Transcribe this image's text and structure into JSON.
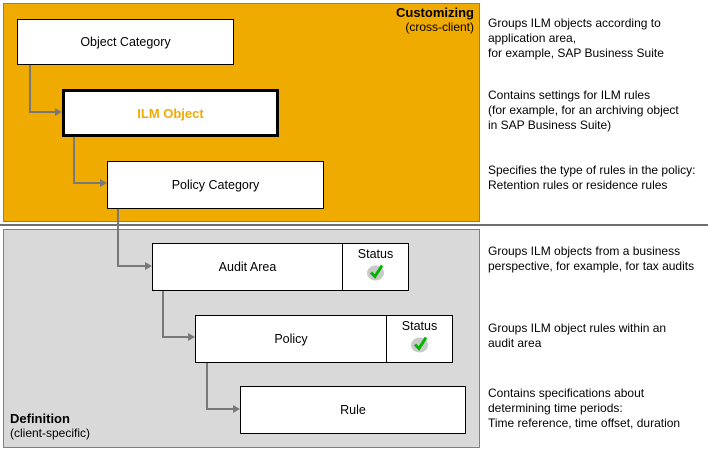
{
  "sections": {
    "customizing": {
      "title": "Customizing",
      "subtitle": "(cross-client)"
    },
    "definition": {
      "title": "Definition",
      "subtitle": "(client-specific)"
    }
  },
  "nodes": [
    {
      "label": "Object Category"
    },
    {
      "label": "ILM Object",
      "highlighted": true
    },
    {
      "label": "Policy Category"
    },
    {
      "label": "Audit Area",
      "status_label": "Status",
      "status_icon": "green-check"
    },
    {
      "label": "Policy",
      "status_label": "Status",
      "status_icon": "green-check"
    },
    {
      "label": "Rule"
    }
  ],
  "annotations": [
    {
      "text": "Groups ILM objects according to\napplication area,\nfor example, SAP Business Suite"
    },
    {
      "text": "Contains settings for ILM rules\n(for example, for an archiving object\nin SAP Business Suite)"
    },
    {
      "text": "Specifies the type of rules in the policy:\nRetention rules or residence rules"
    },
    {
      "text": "Groups ILM objects from a business\nperspective, for example, for tax audits"
    },
    {
      "text": "Groups ILM object rules within an\naudit area"
    },
    {
      "text": "Contains specifications about\ndetermining time periods:\nTime reference, time offset, duration"
    }
  ],
  "colors": {
    "customizing_bg": "#F0AB00",
    "definition_bg": "#D9D9D9",
    "highlight_text": "#F0AB00",
    "check_green": "#00B400",
    "check_bg": "#C9C9C9",
    "connector": "#787878",
    "box_border": "#000000",
    "panel_border": "#808080"
  }
}
